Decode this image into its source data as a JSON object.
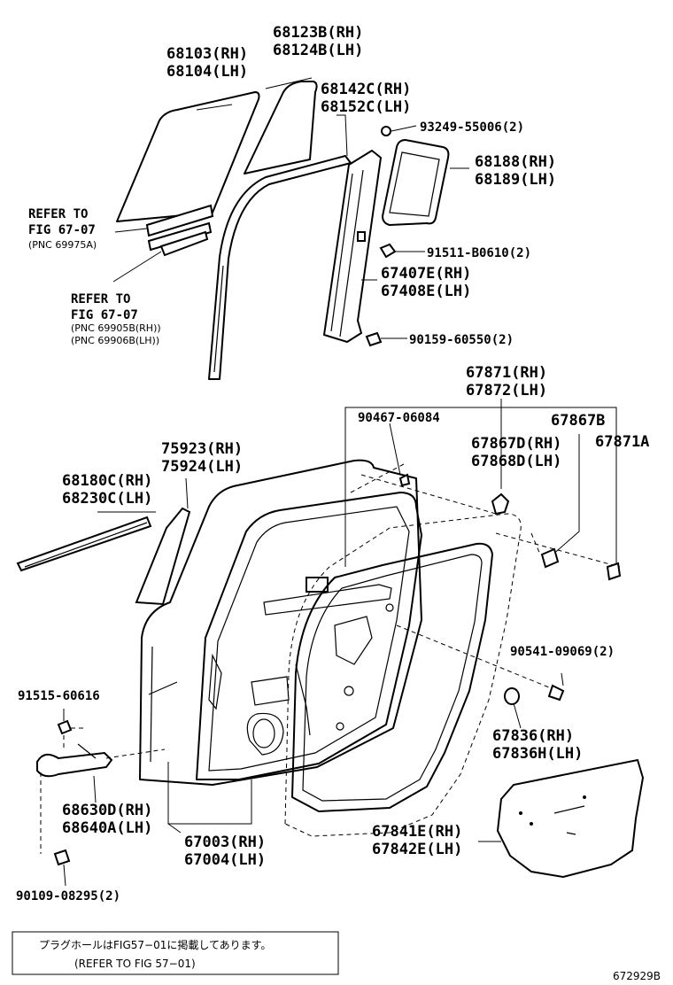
{
  "labels": {
    "p68123": [
      "68123B(RH)",
      "68124B(LH)"
    ],
    "p68103": [
      "68103(RH)",
      "68104(LH)"
    ],
    "p68142": [
      "68142C(RH)",
      "68152C(LH)"
    ],
    "p93249": "93249-55006(2)",
    "p68188": [
      "68188(RH)",
      "68189(LH)"
    ],
    "ref1": [
      "REFER TO",
      "FIG 67-07",
      "(PNC 69975A)"
    ],
    "p91511": "91511-B0610(2)",
    "p67407": [
      "67407E(RH)",
      "67408E(LH)"
    ],
    "ref2": [
      "REFER TO",
      "FIG 67-07",
      "(PNC 69905B(RH))",
      "(PNC 69906B(LH))"
    ],
    "p90159": "90159-60550(2)",
    "p67871": [
      "67871(RH)",
      "67872(LH)"
    ],
    "p90467": "90467-06084",
    "p67867B": "67867B",
    "p67867D": [
      "67867D(RH)",
      "67868D(LH)"
    ],
    "p67871A": "67871A",
    "p75923": [
      "75923(RH)",
      "75924(LH)"
    ],
    "p68180": [
      "68180C(RH)",
      "68230C(LH)"
    ],
    "p90541": "90541-09069(2)",
    "p91515": "91515-60616",
    "p67836": [
      "67836(RH)",
      "67836H(LH)"
    ],
    "p68630": [
      "68630D(RH)",
      "68640A(LH)"
    ],
    "p67003": [
      "67003(RH)",
      "67004(LH)"
    ],
    "p67841": [
      "67841E(RH)",
      "67842E(LH)"
    ],
    "p90109": "90109-08295(2)"
  },
  "note": {
    "line1": "プラグホールはFIG57−01に掲載してあります。",
    "line2": "(REFER TO FIG 57−01)"
  },
  "figure_id": "672929B"
}
